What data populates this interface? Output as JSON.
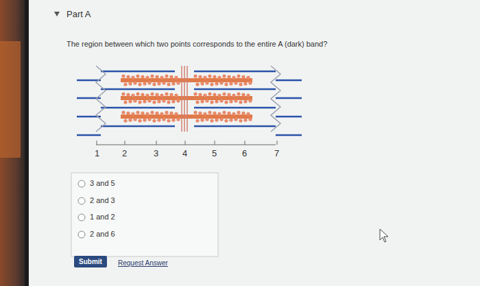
{
  "diagram": {
    "title": "Part A",
    "nodes": [
      {
        "text": [
          "Submit"
        ]
      }
    ],
    "edges": [],
    "labels": [
      "The region between which two points corresponds to the entire A (dark) band?",
      "1",
      "2",
      "3",
      "4",
      "5",
      "6",
      "7",
      "3 and 5",
      "2 and 3",
      "1 and 2",
      "2 and 6",
      "Request Answer"
    ]
  }
}
